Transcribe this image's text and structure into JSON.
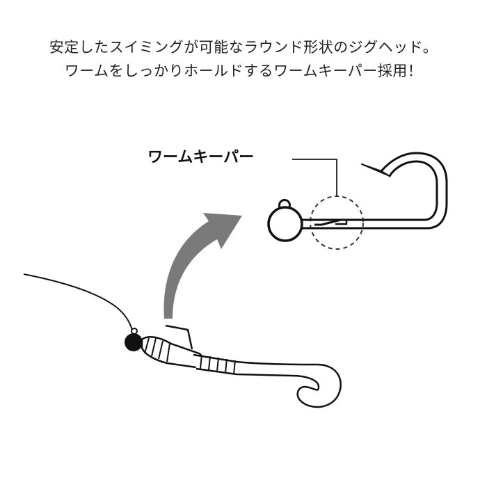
{
  "caption": {
    "line1": "安定したスイミングが可能なラウンド形状のジグヘッド。",
    "line2": "ワームをしっかりホールドするワームキーパー採用！"
  },
  "callout": {
    "label": "ワームキーパー"
  },
  "colors": {
    "line": "#111111",
    "arrow": "#7a7a7a",
    "dashed_circle": "#333333",
    "text": "#222222"
  }
}
